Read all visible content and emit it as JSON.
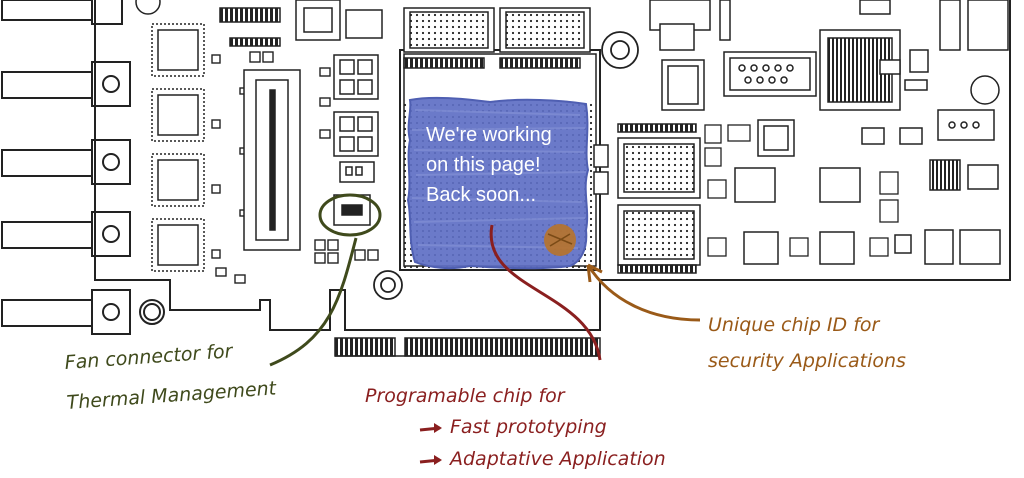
{
  "overlay": {
    "line1": "We're working",
    "line2": "on this page!",
    "line3": "Back soon..."
  },
  "annotations": {
    "fan": {
      "line1": "Fan connector for",
      "line2": "Thermal Management"
    },
    "chip": {
      "line1": "Programable chip for",
      "bullet1": "Fast prototyping",
      "bullet2": "Adaptative Application"
    },
    "uid": {
      "line1": "Unique chip ID for",
      "line2": "security Applications"
    }
  },
  "colors": {
    "line": "#222222",
    "overlay": "#5e6fc4",
    "green": "#3f4a1c",
    "red": "#8a1f1f",
    "brown": "#9a5a18"
  }
}
